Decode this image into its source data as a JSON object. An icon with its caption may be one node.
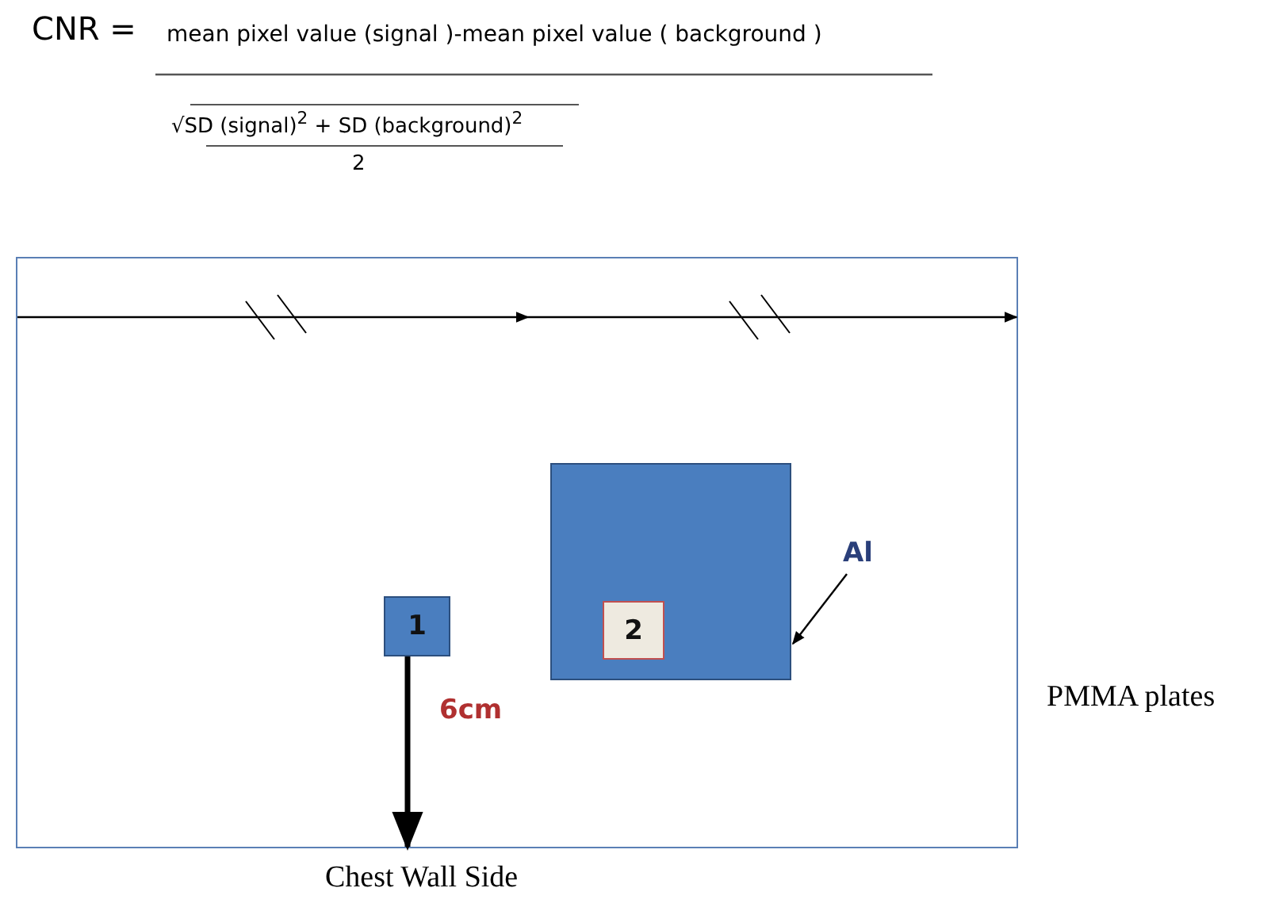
{
  "diagram": {
    "nodes": [
      {
        "text": [],
        "shape": "box",
        "beside": [
          "PMMA plates"
        ]
      },
      {
        "text": [
          "1"
        ],
        "in": 0
      },
      {
        "text": [],
        "shape": "box",
        "in": 0
      },
      {
        "text": [
          "2"
        ],
        "in": 2
      },
      {
        "text": [
          "Al"
        ],
        "in": 0
      }
    ],
    "edges": [
      {
        "from": 4,
        "to": 2,
        "arrow": "to"
      },
      {
        "from": 1,
        "to": 0,
        "arrow": "to",
        "label": "6cm",
        "style": "thick"
      }
    ],
    "labels": [
      "CNR =",
      "mean pixel value (signal )-mean pixel value ( background )",
      "√SD (signal)$^{2}$ + SD (background)$^{2}$",
      "2",
      "Chest Wall Side"
    ]
  }
}
